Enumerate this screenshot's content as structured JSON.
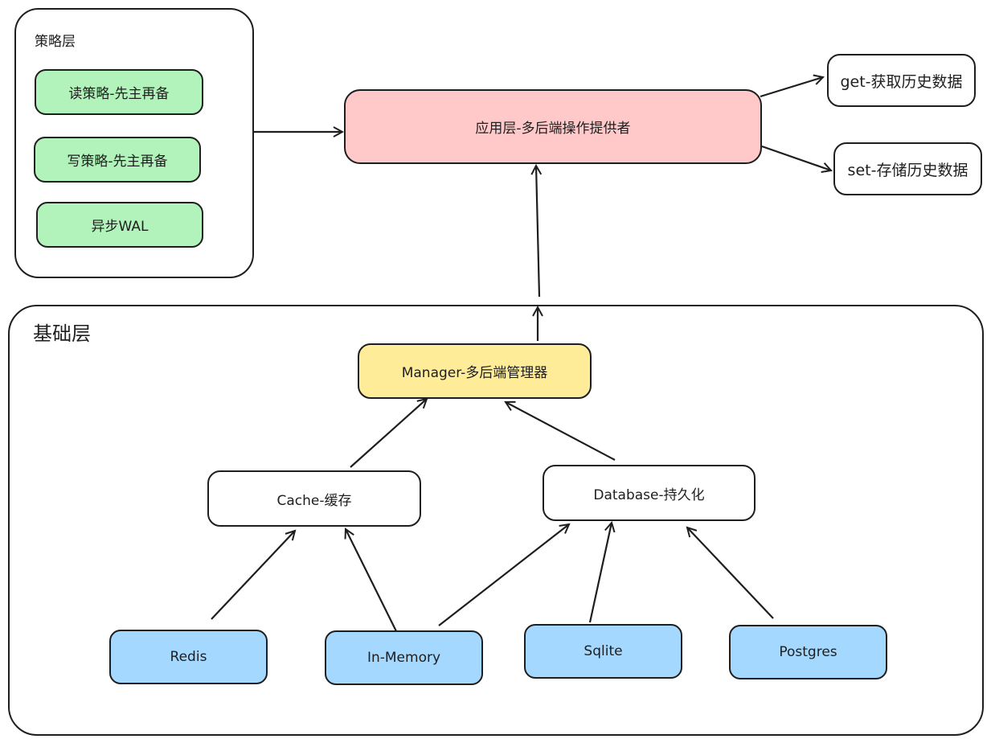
{
  "strategy_layer": {
    "title": "策略层",
    "items": [
      {
        "label": "读策略-先主再备"
      },
      {
        "label": "写策略-先主再备"
      },
      {
        "label": "异步WAL"
      }
    ]
  },
  "application_layer": {
    "label": "应用层-多后端操作提供者"
  },
  "operations": [
    {
      "label": "get-获取历史数据"
    },
    {
      "label": "set-存储历史数据"
    }
  ],
  "foundation_layer": {
    "title": "基础层",
    "manager": {
      "label": "Manager-多后端管理器"
    },
    "categories": [
      {
        "label": "Cache-缓存"
      },
      {
        "label": "Database-持久化"
      }
    ],
    "backends": [
      {
        "label": "Redis"
      },
      {
        "label": "In-Memory"
      },
      {
        "label": "Sqlite"
      },
      {
        "label": "Postgres"
      }
    ]
  },
  "colors": {
    "strategy_fill": "#b2f2bb",
    "application_fill": "#ffc9c9",
    "manager_fill": "#ffec99",
    "backend_fill": "#a5d8ff",
    "stroke": "#1e1e1e"
  }
}
